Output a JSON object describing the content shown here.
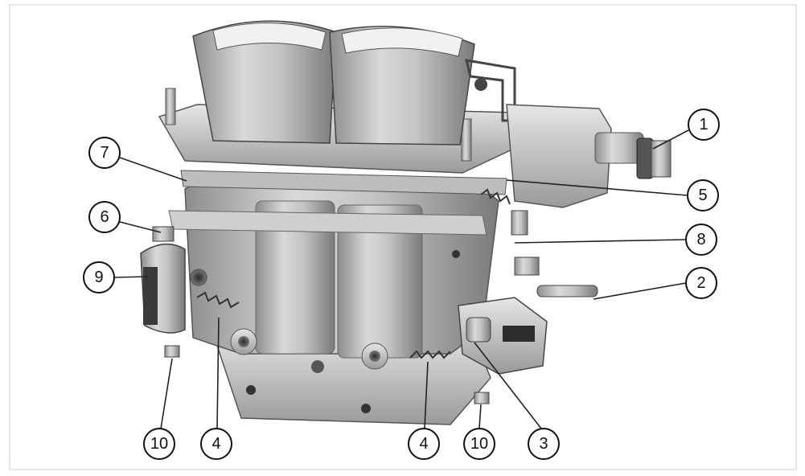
{
  "figure": {
    "subject": "carburetor-illustration"
  },
  "callouts": [
    {
      "id": "c1",
      "label": "1"
    },
    {
      "id": "c5",
      "label": "5"
    },
    {
      "id": "c8",
      "label": "8"
    },
    {
      "id": "c2",
      "label": "2"
    },
    {
      "id": "c7",
      "label": "7"
    },
    {
      "id": "c6",
      "label": "6"
    },
    {
      "id": "c9",
      "label": "9"
    },
    {
      "id": "c10a",
      "label": "10"
    },
    {
      "id": "c4a",
      "label": "4"
    },
    {
      "id": "c4b",
      "label": "4"
    },
    {
      "id": "c10b",
      "label": "10"
    },
    {
      "id": "c3",
      "label": "3"
    }
  ]
}
